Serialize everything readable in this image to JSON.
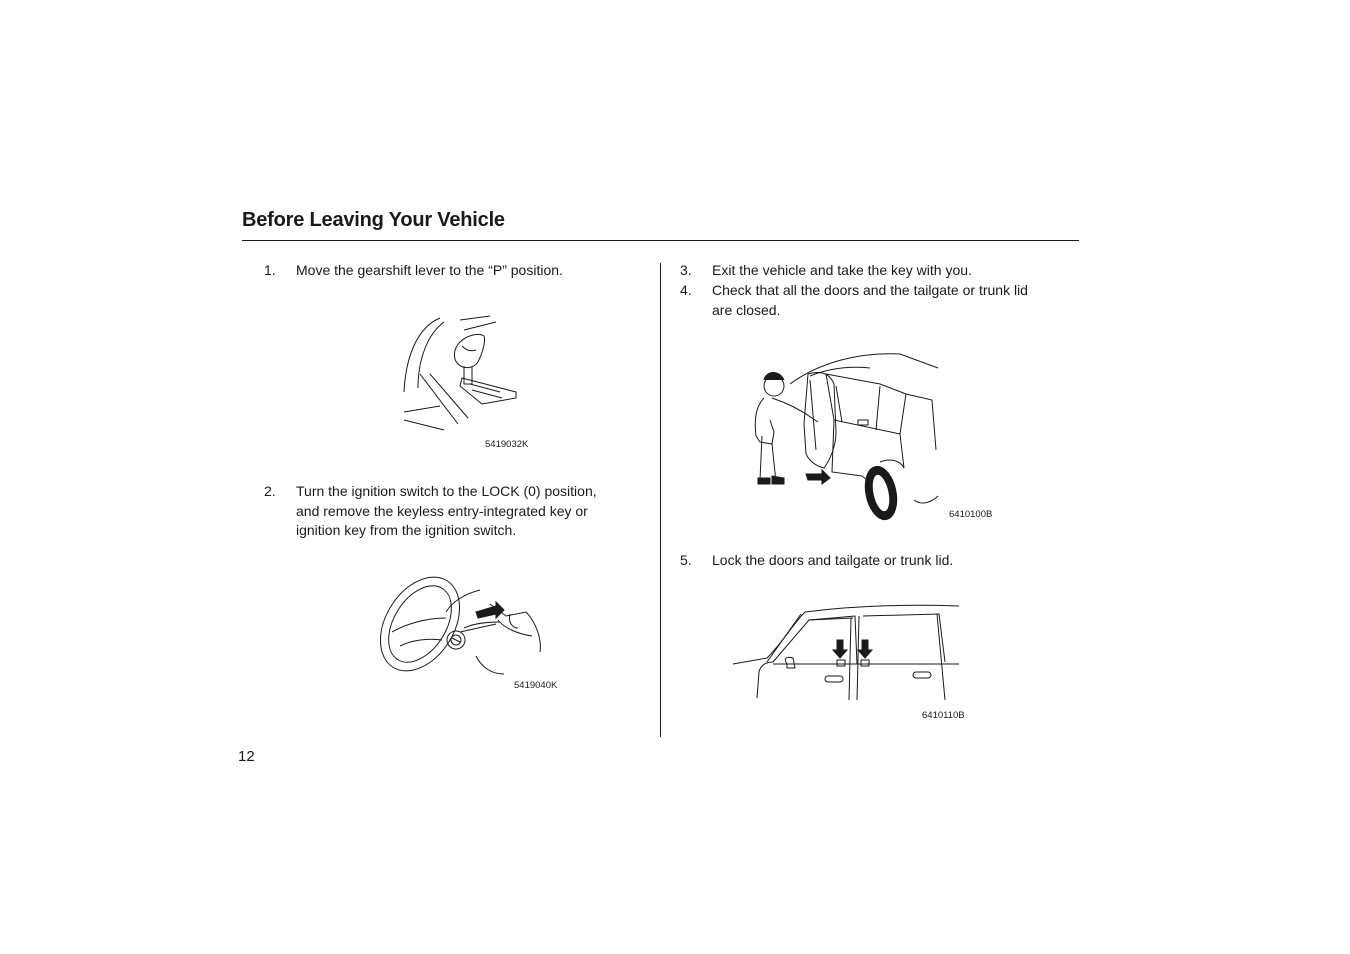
{
  "header": {
    "title": "Before Leaving Your Vehicle"
  },
  "steps": [
    {
      "num": "1.",
      "lines": [
        "Move the gearshift lever to the “P” position."
      ]
    },
    {
      "num": "2.",
      "lines": [
        "Turn the ignition switch to the LOCK (0) position,",
        "and remove the keyless entry-integrated key or",
        "ignition key from the ignition switch."
      ]
    },
    {
      "num": "3.",
      "lines": [
        "Exit the vehicle and take the key with you."
      ]
    },
    {
      "num": "4.",
      "lines": [
        "Check that all the doors and the tailgate or trunk lid",
        "are closed."
      ]
    },
    {
      "num": "5.",
      "lines": [
        "Lock the doors and tailgate or trunk lid."
      ]
    }
  ],
  "figures": {
    "gearshift": {
      "caption": "5419032K"
    },
    "ignition": {
      "caption": "5419040K"
    },
    "exit": {
      "caption": "6410100B"
    },
    "lock": {
      "caption": "6410110B"
    }
  },
  "footer": {
    "page_number": "12"
  }
}
